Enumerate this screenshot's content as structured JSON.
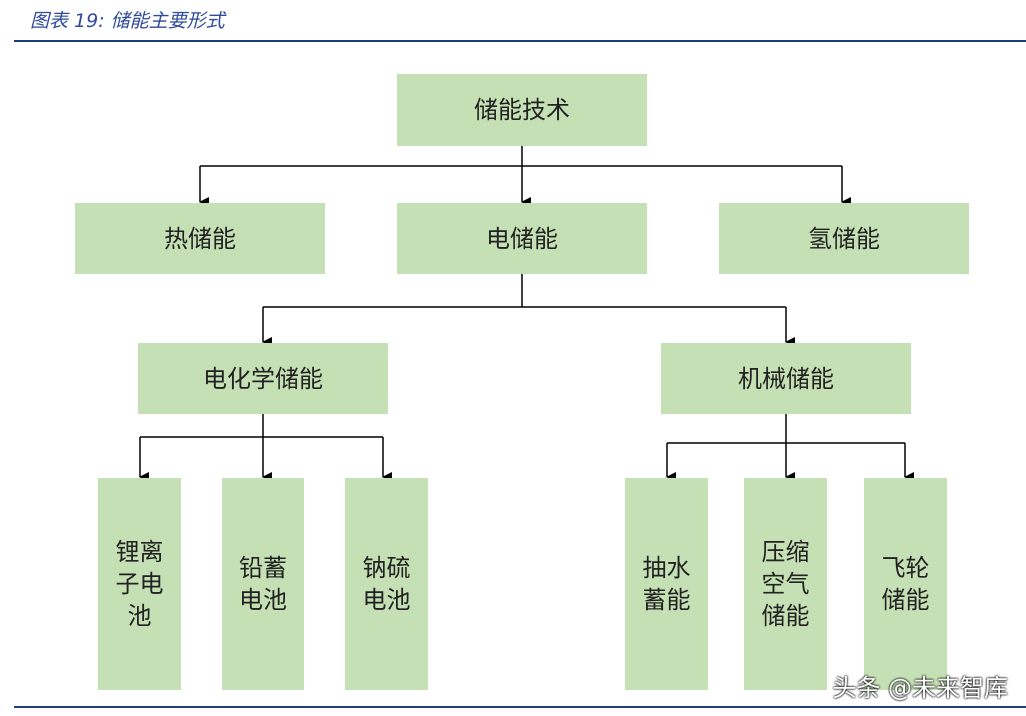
{
  "title": "图表 19: 储能主要形式",
  "root": "储能技术",
  "level1": [
    "热储能",
    "电储能",
    "氢储能"
  ],
  "level2": [
    "电化学储能",
    "机械储能"
  ],
  "electrochemical": [
    "锂离子电池",
    "铅蓄电池",
    "钠硫电池"
  ],
  "mechanical": [
    "抽水蓄能",
    "压缩空气储能",
    "飞轮储能"
  ],
  "watermark": "头条 @未来智库",
  "colors": {
    "box": "#c5e0b4",
    "rule": "#1f3e7a",
    "title": "#2e4a9a"
  }
}
